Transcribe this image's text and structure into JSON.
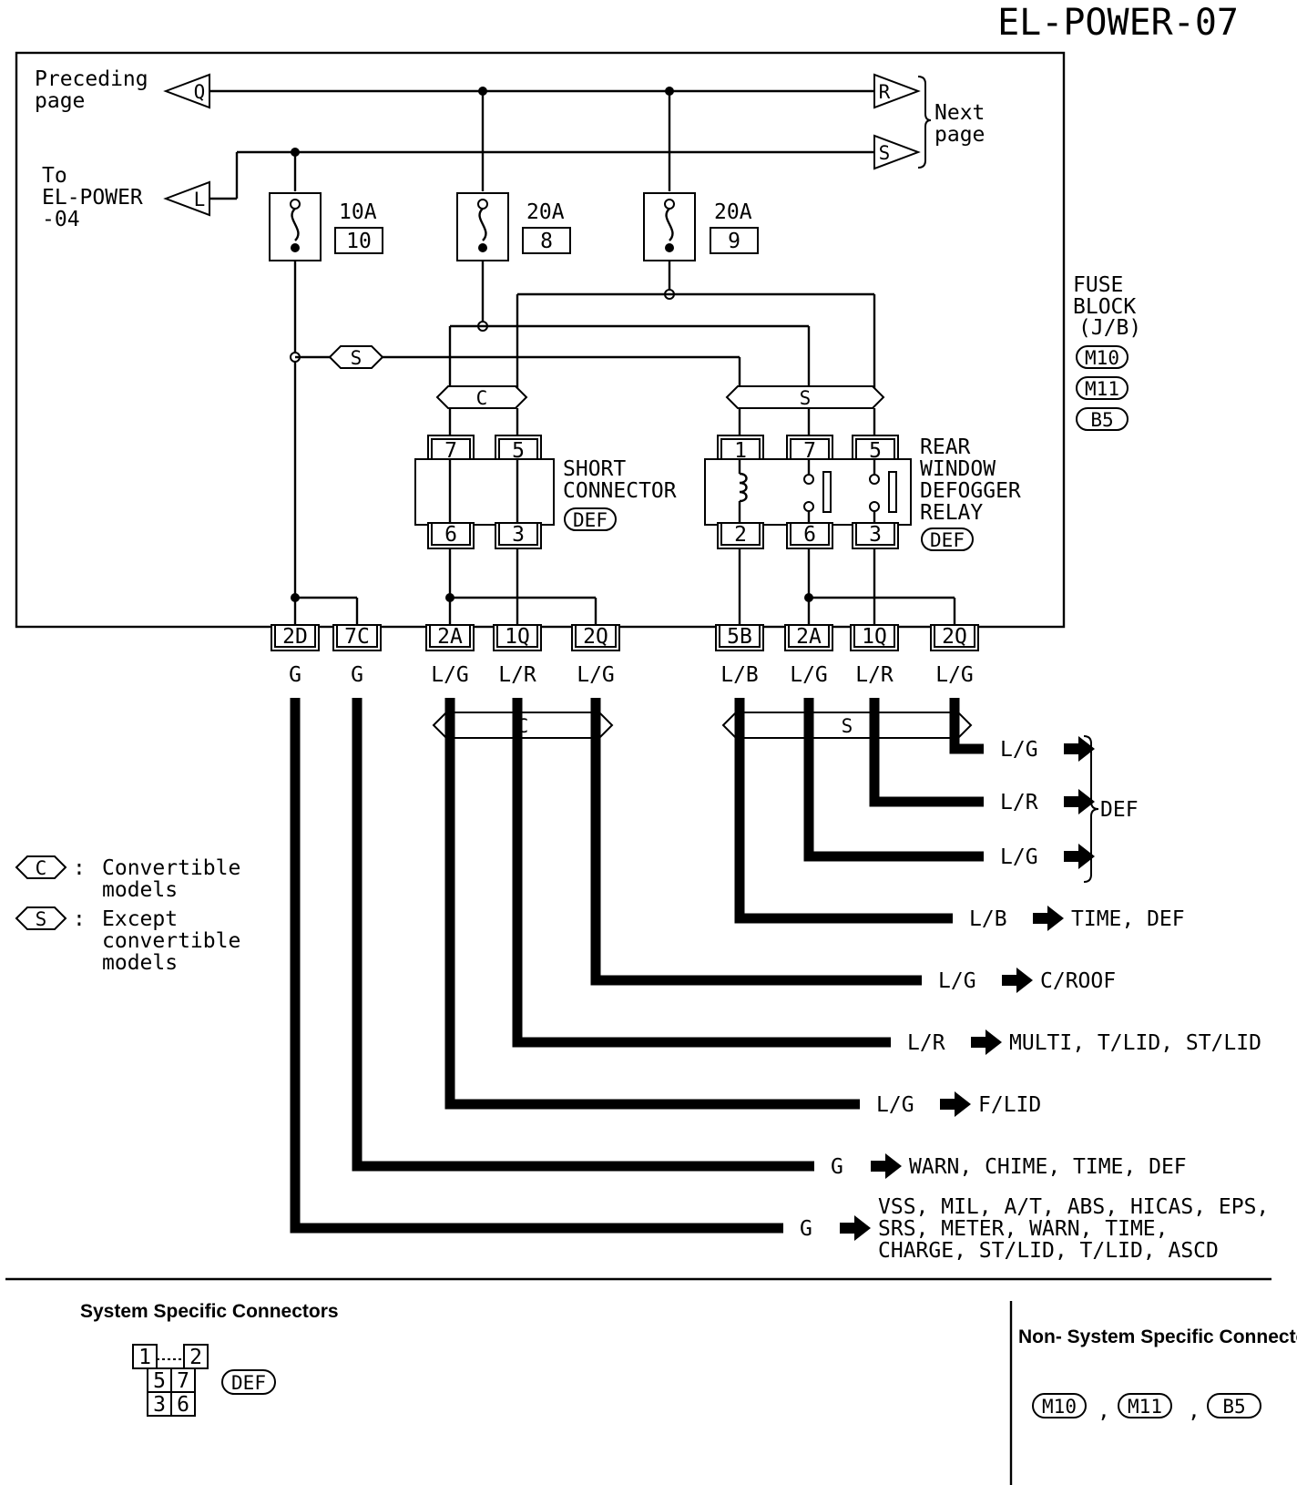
{
  "page_title": "EL-POWER-07",
  "left_refs": {
    "preceding_line1": "Preceding",
    "preceding_line2": "page",
    "to_line1": "To",
    "to_line2": "EL-POWER",
    "to_line3": "-04",
    "next_line1": "Next",
    "next_line2": "page"
  },
  "arrows": {
    "q": "Q",
    "r": "R",
    "s": "S",
    "l": "L"
  },
  "fuses": [
    {
      "rating": "10A",
      "number": "10"
    },
    {
      "rating": "20A",
      "number": "8"
    },
    {
      "rating": "20A",
      "number": "9"
    }
  ],
  "fuse_block": {
    "line1": "FUSE",
    "line2": "BLOCK",
    "line3": "(J/B)",
    "connectors": [
      "M10",
      "M11",
      "B5"
    ]
  },
  "inner_tag_s": "S",
  "splits": {
    "c": "C",
    "s": "S"
  },
  "short_connector": {
    "line1": "SHORT",
    "line2": "CONNECTOR",
    "tag": "DEF",
    "pins_top": [
      "7",
      "5"
    ],
    "pins_bottom": [
      "6",
      "3"
    ]
  },
  "relay": {
    "line1": "REAR",
    "line2": "WINDOW",
    "line3": "DEFOGGER",
    "line4": "RELAY",
    "tag": "DEF",
    "pins_top": [
      "1",
      "7",
      "5"
    ],
    "pins_bottom": [
      "2",
      "6",
      "3"
    ]
  },
  "bottom_terminals": [
    "2D",
    "7C",
    "2A",
    "1Q",
    "2Q",
    "5B",
    "2A",
    "1Q",
    "2Q"
  ],
  "wire_colors": [
    "G",
    "G",
    "L/G",
    "L/R",
    "L/G",
    "L/B",
    "L/G",
    "L/R",
    "L/G"
  ],
  "outputs": [
    {
      "color": "L/G",
      "dest": ""
    },
    {
      "color": "L/R",
      "dest": ""
    },
    {
      "color": "L/G",
      "dest": ""
    },
    {
      "color": "L/B",
      "dest": "TIME, DEF"
    },
    {
      "color": "L/G",
      "dest": "C/ROOF"
    },
    {
      "color": "L/R",
      "dest": "MULTI, T/LID, ST/LID"
    },
    {
      "color": "L/G",
      "dest": "F/LID"
    },
    {
      "color": "G",
      "dest": "WARN, CHIME, TIME, DEF"
    },
    {
      "color": "G",
      "dest": "VSS, MIL, A/T, ABS, HICAS, EPS,",
      "dest2": "SRS, METER, WARN, TIME,",
      "dest3": "CHARGE, ST/LID, T/LID, ASCD"
    }
  ],
  "def_group_label": "DEF",
  "legend": {
    "c_tag": "C",
    "c_line1": "Convertible",
    "c_line2": "models",
    "s_tag": "S",
    "s_line1": "Except",
    "s_line2": "convertible",
    "s_line3": "models",
    "colon": ":"
  },
  "footer": {
    "system_title": "System Specific Connectors",
    "system_pins": [
      "1",
      "2",
      "5",
      "7",
      "3",
      "6"
    ],
    "system_tag": "DEF",
    "non_system_title": "Non- System Specific Connectors",
    "non_system_connectors": [
      "M10",
      "M11",
      "B5"
    ],
    "separator": ","
  }
}
